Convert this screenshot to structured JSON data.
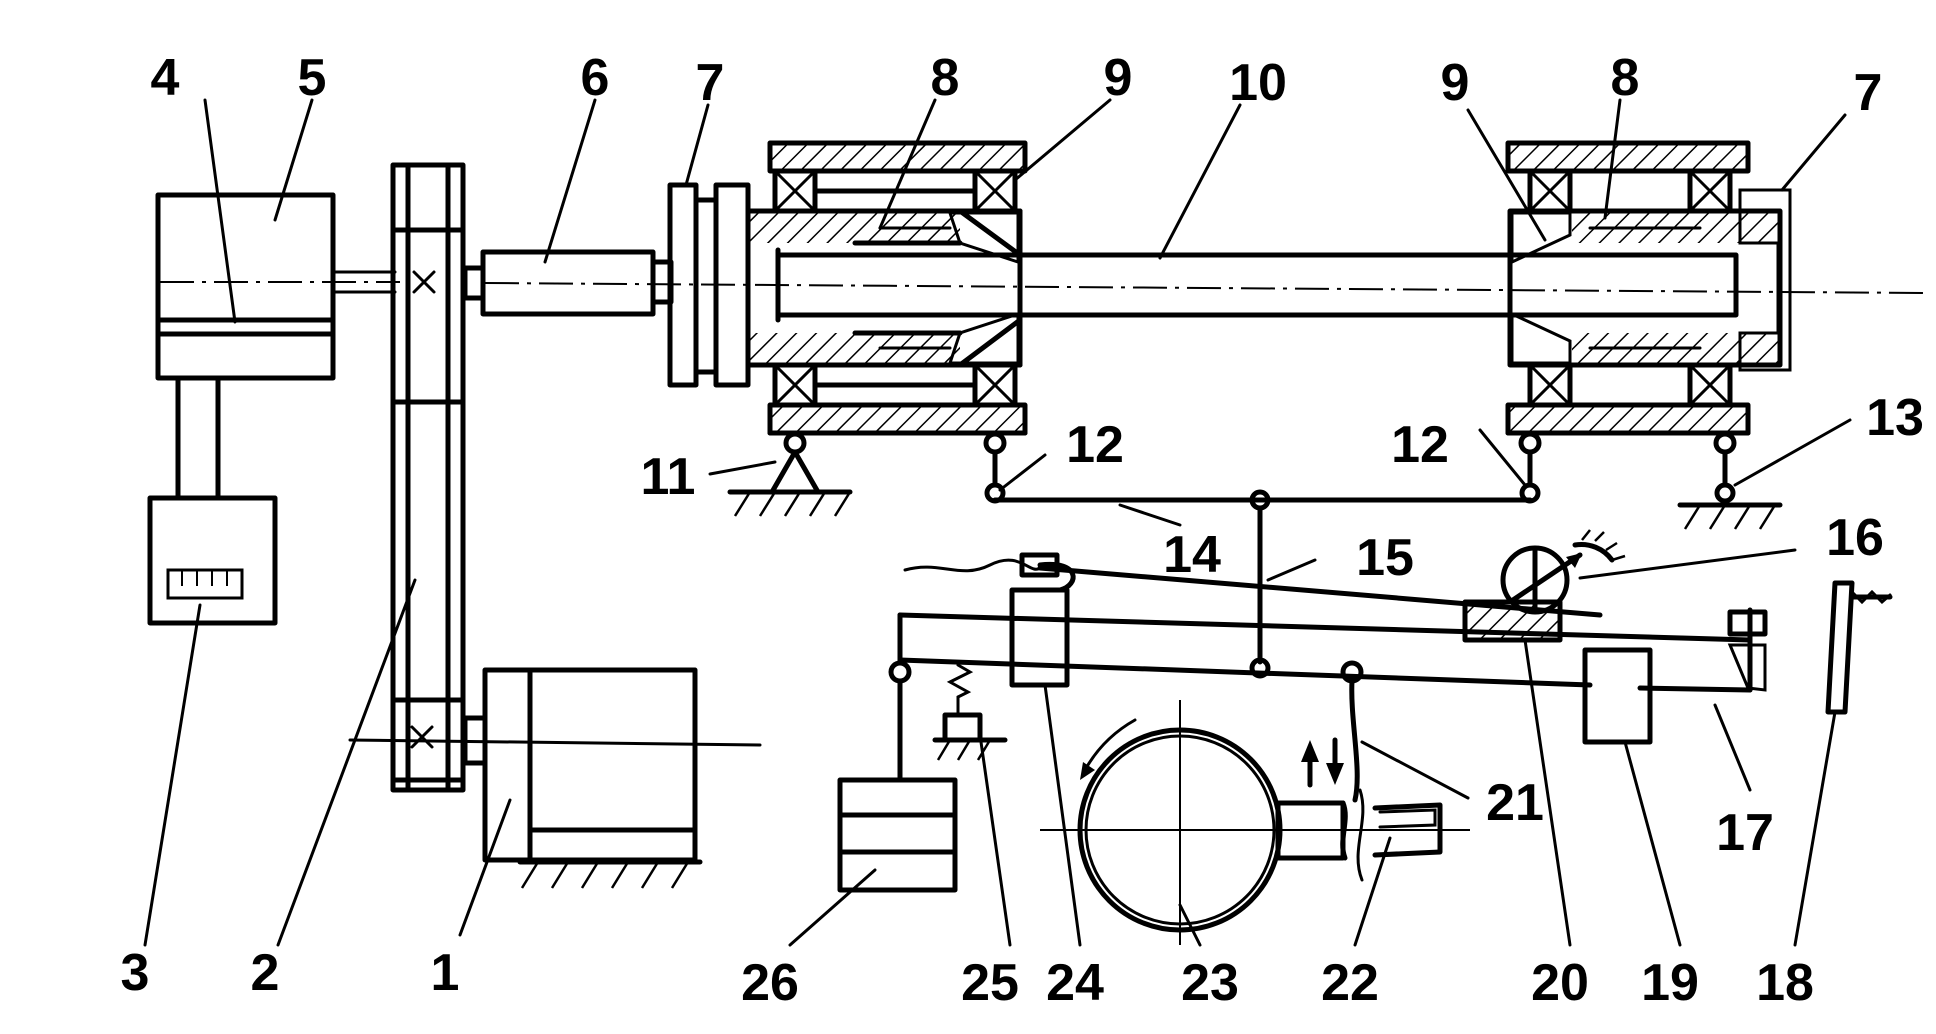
{
  "labels": {
    "l1": "1",
    "l2": "2",
    "l3": "3",
    "l4": "4",
    "l5": "5",
    "l6": "6",
    "l7a": "7",
    "l7b": "7",
    "l8a": "8",
    "l8b": "8",
    "l9a": "9",
    "l9b": "9",
    "l10": "10",
    "l11": "11",
    "l12a": "12",
    "l12b": "12",
    "l13": "13",
    "l14": "14",
    "l15": "15",
    "l16": "16",
    "l17": "17",
    "l18": "18",
    "l19": "19",
    "l20": "20",
    "l21": "21",
    "l22": "22",
    "l23": "23",
    "l24": "24",
    "l25": "25",
    "l26": "26"
  }
}
